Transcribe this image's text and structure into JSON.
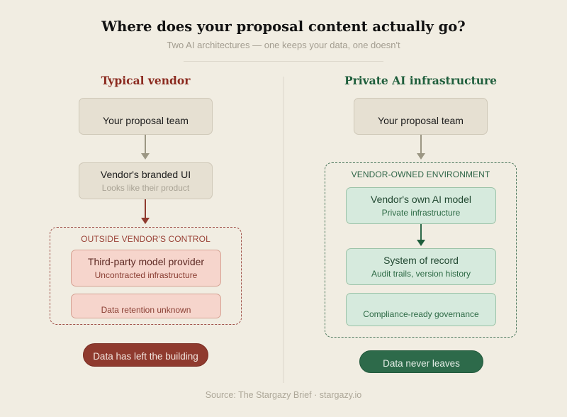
{
  "header": {
    "title": "Where does your proposal content actually go?",
    "subtitle": "Two AI architectures — one keeps your data, one doesn't"
  },
  "left": {
    "heading": "Typical vendor",
    "heading_color": "#8b2a1f",
    "box1": {
      "main": "Your proposal team"
    },
    "box2": {
      "main": "Vendor's branded UI",
      "sub": "Looks like their product"
    },
    "group": {
      "label": "OUTSIDE VENDOR'S CONTROL",
      "box1": {
        "main": "Third-party model provider",
        "sub": "Uncontracted infrastructure"
      },
      "box2": {
        "sub": "Data retention unknown"
      }
    },
    "pill": "Data has left the building",
    "pill_color": "#8f3a2e"
  },
  "right": {
    "heading": "Private AI infrastructure",
    "heading_color": "#1f5e3c",
    "box1": {
      "main": "Your proposal team"
    },
    "group": {
      "label": "VENDOR-OWNED ENVIRONMENT",
      "box1": {
        "main": "Vendor's own AI model",
        "sub": "Private infrastructure"
      },
      "box2": {
        "main": "System of record",
        "sub": "Audit trails, version history"
      },
      "box3": {
        "sub": "Compliance-ready governance"
      }
    },
    "pill": "Data never leaves",
    "pill_color": "#2d6a4a"
  },
  "footer": {
    "source": "Source: The Stargazy Brief · stargazy.io"
  }
}
